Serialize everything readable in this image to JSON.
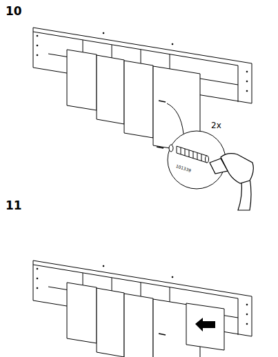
{
  "diagram": {
    "labels": [
      "10",
      "2x",
      "101339",
      "11"
    ]
  }
}
